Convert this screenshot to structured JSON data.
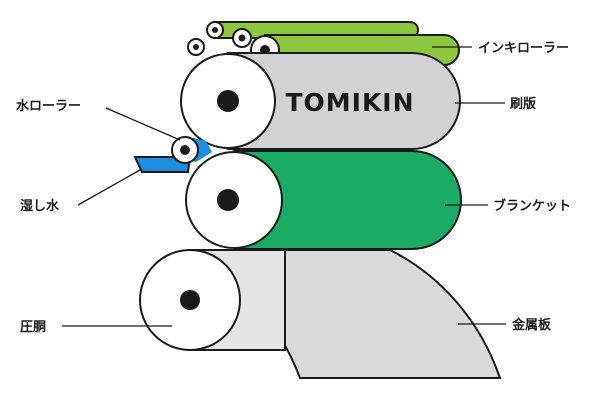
{
  "brand_text": "TOMIKIN",
  "labels": {
    "ink_roller": "インキローラー",
    "plate": "刷版",
    "water_roller": "水ローラー",
    "dampening_water": "湿し水",
    "blanket": "ブランケット",
    "impression_cylinder": "圧胴",
    "sheet_metal": "金属板"
  },
  "colors": {
    "ink_roller": "#8dc63f",
    "plate": "#d1d2d4",
    "blanket": "#1aab66",
    "water": "#1e8ee0",
    "impression": "#e3e4e5",
    "sheet": "#d9dadb",
    "outline": "#1a1a1a"
  }
}
